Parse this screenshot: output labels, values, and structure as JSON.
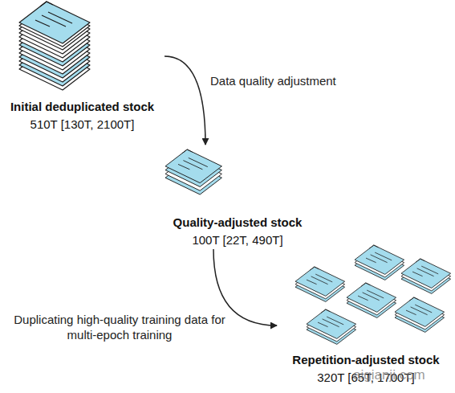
{
  "diagram": {
    "nodes": [
      {
        "text": [
          "Initial deduplicated stock",
          "510T [130T, 2100T]"
        ]
      },
      {
        "text": [
          "Quality-adjusted stock",
          "100T [22T, 490T]"
        ]
      },
      {
        "text": [
          "Repetition-adjusted stock",
          "320T [65T, 1700T]"
        ]
      }
    ],
    "edges": [
      {
        "from": 0,
        "to": 1,
        "label": "Data quality adjustment",
        "arrow": "to"
      },
      {
        "from": 1,
        "to": 2,
        "label": "Duplicating high-quality training data for multi-epoch training",
        "arrow": "to"
      }
    ],
    "labels": [
      "aigianji.com"
    ]
  }
}
